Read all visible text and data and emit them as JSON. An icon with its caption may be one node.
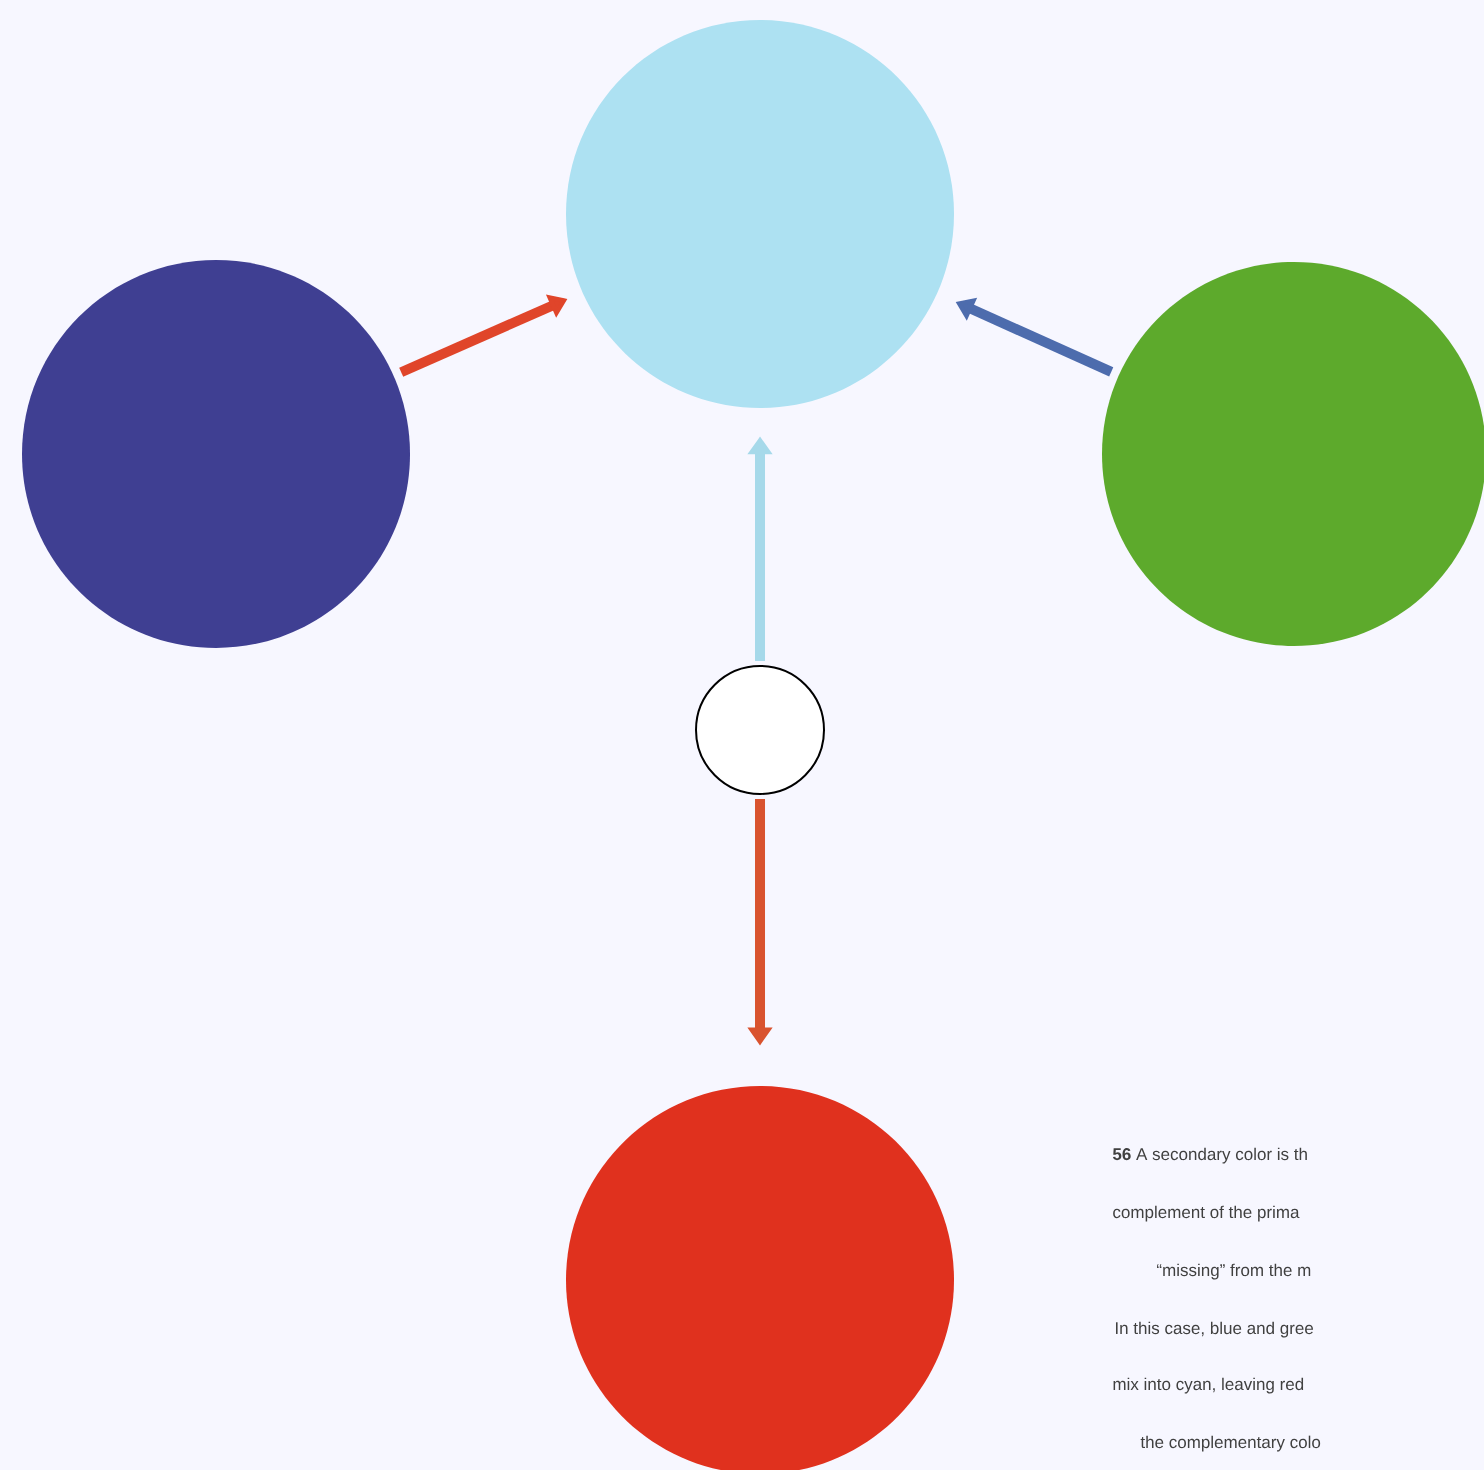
{
  "diagram": {
    "nodes": [
      {
        "text": [],
        "shape": "circle"
      },
      {
        "text": [],
        "shape": "circle"
      },
      {
        "text": [],
        "shape": "circle"
      },
      {
        "text": [],
        "shape": "circle"
      },
      {
        "text": [],
        "shape": "circle"
      }
    ],
    "edges": [
      {
        "from": 1,
        "to": 0,
        "arrow": "to",
        "color": "#e0452a"
      },
      {
        "from": 2,
        "to": 0,
        "arrow": "to",
        "color": "#4d6cad"
      },
      {
        "from": 3,
        "to": 0,
        "arrow": "to",
        "color": "#a6d9ea"
      },
      {
        "from": 3,
        "to": 4,
        "arrow": "to",
        "color": "#d9532f"
      }
    ],
    "labels": [
      "**56** A secondary color is th",
      "complement of the prima",
      "“missing” from the m",
      "In this case, blue and gree",
      "mix into cyan, leaving red",
      "the complementary colo"
    ]
  }
}
